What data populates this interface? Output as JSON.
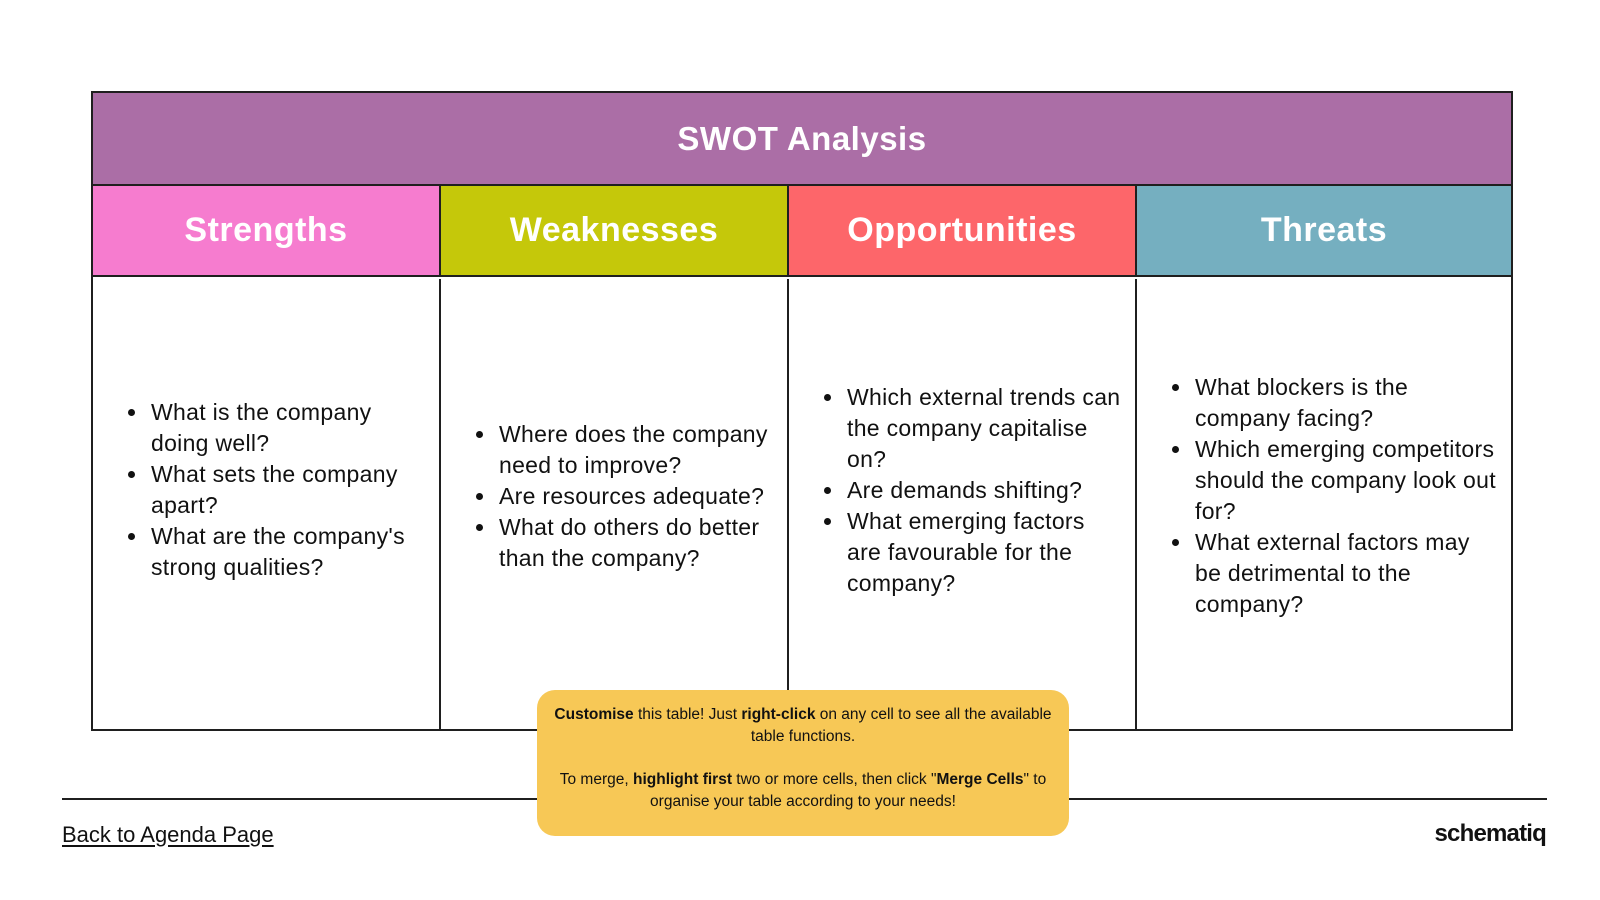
{
  "table": {
    "title": "SWOT Analysis",
    "columns": [
      {
        "header": "Strengths",
        "color": "#f67ccf",
        "items": [
          "What is the company doing well?",
          "What sets the company apart?",
          "What are the company's strong qualities?"
        ]
      },
      {
        "header": "Weaknesses",
        "color": "#c5c80a",
        "items": [
          "Where does the company need to improve?",
          "Are resources adequate?",
          "What do others do better than the company?"
        ]
      },
      {
        "header": "Opportunities",
        "color": "#fd666a",
        "items": [
          "Which external trends can the company capitalise on?",
          "Are demands shifting?",
          "What emerging factors are favourable for the company?"
        ]
      },
      {
        "header": "Threats",
        "color": "#75afc0",
        "items": [
          "What blockers is the company facing?",
          "Which emerging competitors should the company look out for?",
          "What external factors may be detrimental to the company?"
        ]
      }
    ]
  },
  "note": {
    "line1": {
      "b1": "Customise",
      "t1": " this table! Just ",
      "b2": "right-click",
      "t2": " on any cell to see all the available table functions."
    },
    "line2": {
      "t1": "To merge, ",
      "b1": "highlight first",
      "t2": " two or more cells, then click \"",
      "b2": "Merge Cells",
      "t3": "\" to organise your table according to your needs!"
    }
  },
  "footer": {
    "back_link": "Back to Agenda Page",
    "brand": "schematiq"
  },
  "colors": {
    "title_bar": "#ab6ea6",
    "note_bg": "#f7c856"
  }
}
